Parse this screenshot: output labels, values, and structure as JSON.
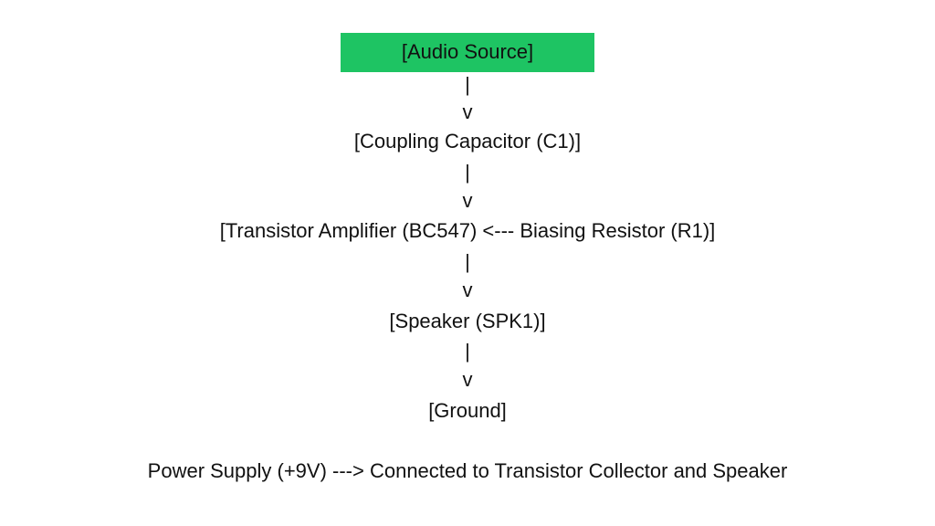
{
  "diagram": {
    "source_node": "[Audio Source]",
    "highlight_color": "#1ec463",
    "connector": {
      "bar": "|",
      "arrow": "v"
    },
    "nodes": [
      "[Coupling Capacitor (C1)]",
      "[Transistor Amplifier (BC547) <--- Biasing Resistor (R1)]",
      "[Speaker (SPK1)]",
      "[Ground]"
    ],
    "footer_note": "Power Supply (+9V) ---> Connected to Transistor Collector and Speaker"
  }
}
